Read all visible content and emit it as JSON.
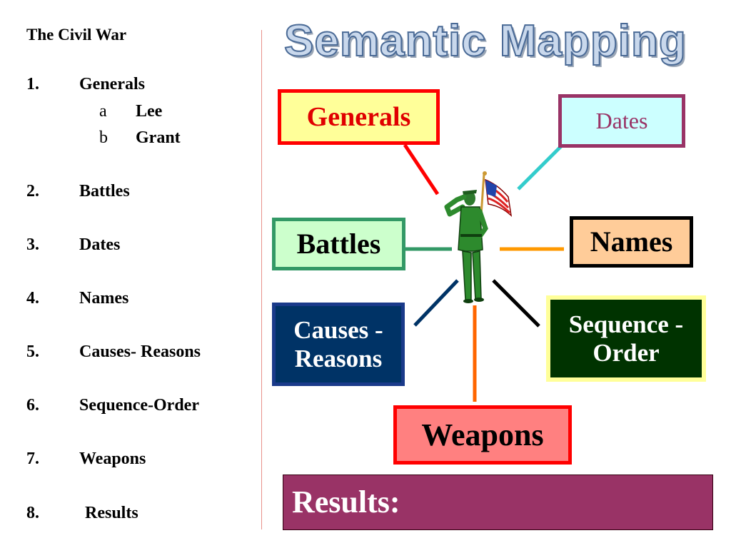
{
  "outline": {
    "title": "The Civil War",
    "items": [
      {
        "num": "1.",
        "label": "Generals"
      },
      {
        "num": "2.",
        "label": "Battles"
      },
      {
        "num": "3.",
        "label": "Dates"
      },
      {
        "num": "4.",
        "label": "Names"
      },
      {
        "num": "5.",
        "label": "Causes- Reasons"
      },
      {
        "num": "6.",
        "label": "Sequence-Order"
      },
      {
        "num": "7.",
        "label": "Weapons"
      },
      {
        "num": "8.",
        "label": "Results"
      }
    ],
    "subitems": [
      {
        "letter": "a",
        "label": "Lee"
      },
      {
        "letter": "b",
        "label": "Grant"
      }
    ]
  },
  "title": "Semantic Mapping",
  "nodes": {
    "generals": "Generals",
    "dates": "Dates",
    "battles": "Battles",
    "names": "Names",
    "causes": "Causes - Reasons",
    "sequence": "Sequence - Order",
    "weapons": "Weapons",
    "results": "Results:"
  },
  "center_image": "soldier-saluting-with-american-flag",
  "colors": {
    "generals_line": "#ff0000",
    "dates_line": "#33cccc",
    "battles_line": "#339966",
    "names_line": "#ff9900",
    "causes_line": "#003366",
    "sequence_line": "#000000",
    "weapons_line": "#ff6600"
  }
}
